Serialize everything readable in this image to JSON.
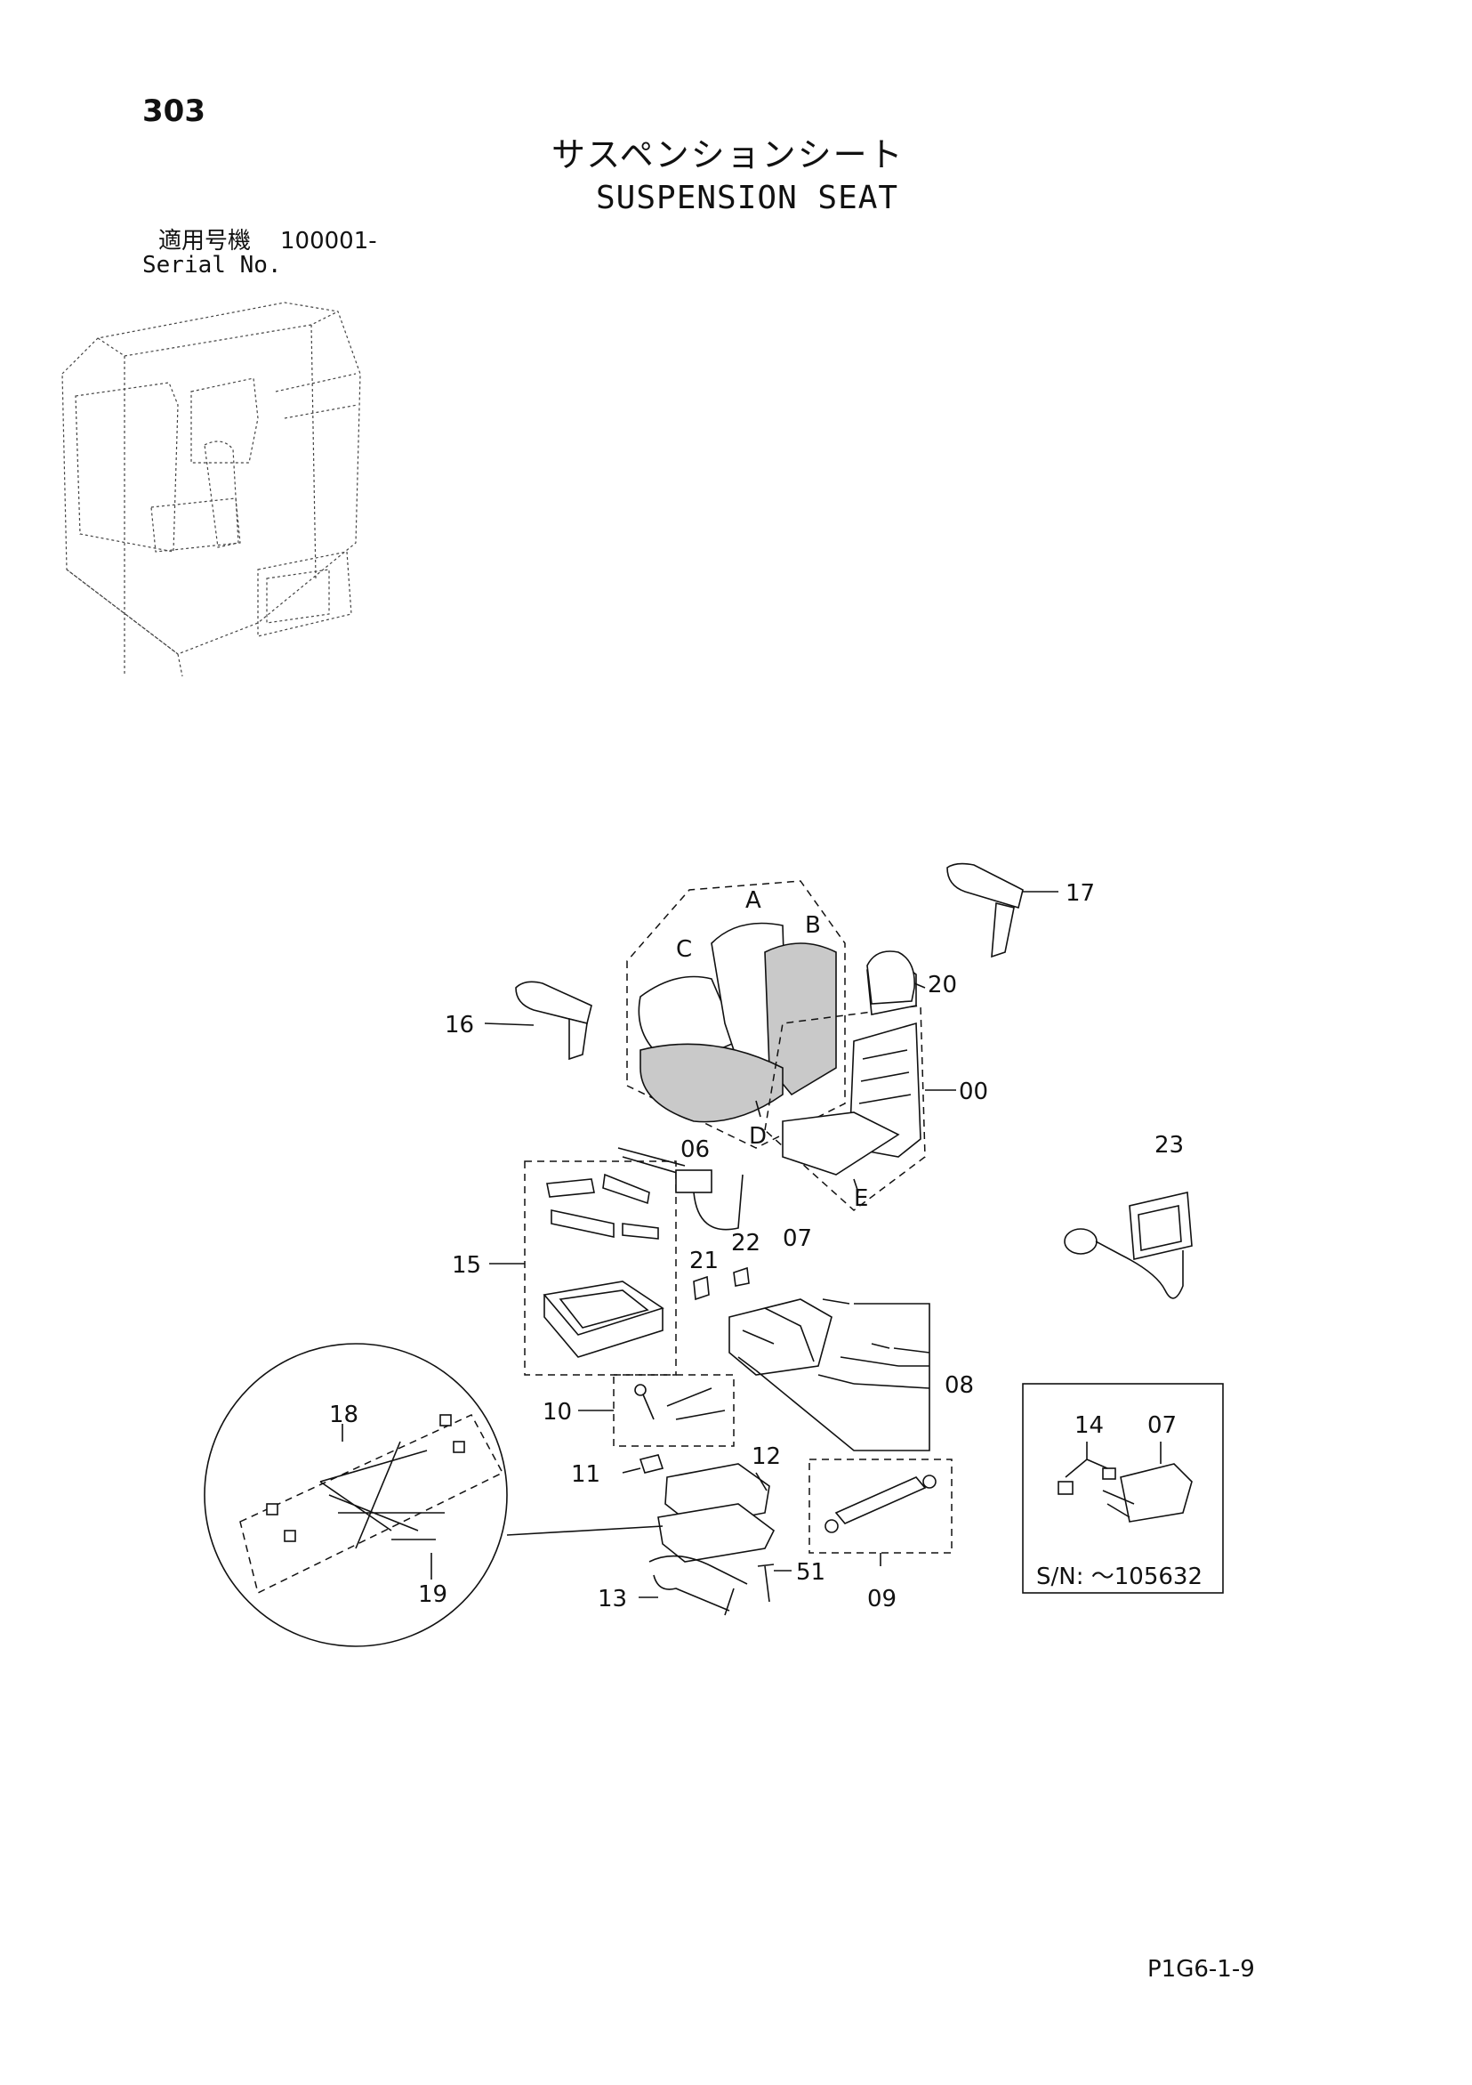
{
  "page_number": "303",
  "title_ja": "サスペンションシート",
  "title_en": "SUSPENSION SEAT",
  "serial_ja": "適用号機",
  "serial_range": "100001-",
  "serial_en": "Serial No.",
  "footer_code": "P1G6-1-9",
  "inset_serial": "S/N: ～105632",
  "callouts": {
    "c00": "00",
    "c06": "06",
    "c07": "07",
    "c08": "08",
    "c09": "09",
    "c10": "10",
    "c11": "11",
    "c12": "12",
    "c13": "13",
    "c14": "14",
    "c15": "15",
    "c16": "16",
    "c17": "17",
    "c18": "18",
    "c19": "19",
    "c20": "20",
    "c21": "21",
    "c22": "22",
    "c23": "23",
    "c51": "51",
    "c07b": "07",
    "a": "A",
    "b": "B",
    "c": "C",
    "d": "D",
    "e": "E"
  }
}
